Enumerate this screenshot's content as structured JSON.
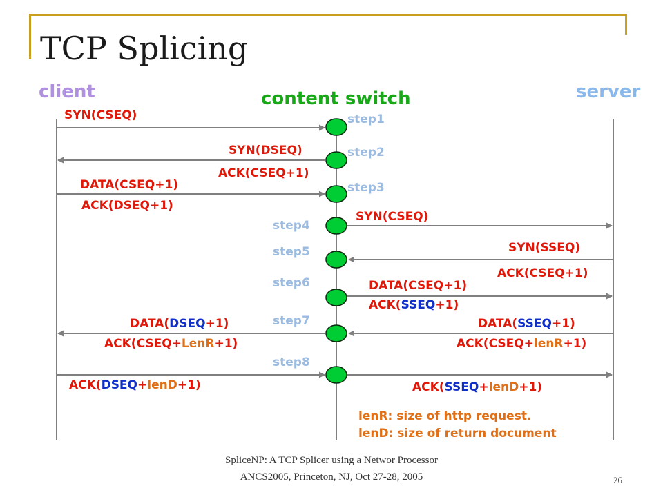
{
  "slide": {
    "title": "TCP Splicing",
    "page_number": "26",
    "footer_line1": "SpliceNP: A TCP Splicer using a Networ Processor",
    "footer_line2": "ANCS2005, Princeton, NJ, Oct 27-28, 2005"
  },
  "colors": {
    "client": "#b090e0",
    "switch": "#18a818",
    "server": "#8ab8ea",
    "msg_red": "#e0180a",
    "msg_blue": "#1030c8",
    "msg_orange": "#e07018",
    "step": "#9bbbe0",
    "node": "#00cc33",
    "arrow": "#808080",
    "accent_yellow": "#c8a020"
  },
  "roles": {
    "client": "client",
    "switch": "content switch",
    "server": "server"
  },
  "steps": [
    "step1",
    "step2",
    "step3",
    "step4",
    "step5",
    "step6",
    "step7",
    "step8"
  ],
  "messages": {
    "m1": [
      {
        "t": "SYN(CSEQ)",
        "c": "red"
      }
    ],
    "m2a": [
      {
        "t": "SYN(DSEQ)",
        "c": "red"
      }
    ],
    "m2b": [
      {
        "t": "ACK(CSEQ+1)",
        "c": "red"
      }
    ],
    "m3a": [
      {
        "t": "DATA(CSEQ+1)",
        "c": "red"
      }
    ],
    "m3b": [
      {
        "t": "ACK(DSEQ+1)",
        "c": "red"
      }
    ],
    "m4": [
      {
        "t": "SYN(CSEQ)",
        "c": "red"
      }
    ],
    "m5a": [
      {
        "t": "SYN(SSEQ)",
        "c": "red"
      }
    ],
    "m5b": [
      {
        "t": "ACK(CSEQ+1)",
        "c": "red"
      }
    ],
    "m6a": [
      {
        "t": "DATA(CSEQ+1)",
        "c": "red"
      }
    ],
    "m6b": [
      {
        "t": "ACK(",
        "c": "red"
      },
      {
        "t": "SSEQ",
        "c": "blue"
      },
      {
        "t": "+1)",
        "c": "red"
      }
    ],
    "m7ca": [
      {
        "t": "DATA(",
        "c": "red"
      },
      {
        "t": "DSEQ",
        "c": "blue"
      },
      {
        "t": "+1)",
        "c": "red"
      }
    ],
    "m7cb": [
      {
        "t": "ACK(CSEQ+",
        "c": "red"
      },
      {
        "t": "LenR",
        "c": "orange"
      },
      {
        "t": "+1)",
        "c": "red"
      }
    ],
    "m7sa": [
      {
        "t": "DATA(",
        "c": "red"
      },
      {
        "t": "SSEQ",
        "c": "blue"
      },
      {
        "t": "+1)",
        "c": "red"
      }
    ],
    "m7sb": [
      {
        "t": "ACK(CSEQ+",
        "c": "red"
      },
      {
        "t": "lenR",
        "c": "orange"
      },
      {
        "t": "+1)",
        "c": "red"
      }
    ],
    "m8c": [
      {
        "t": "ACK(",
        "c": "red"
      },
      {
        "t": "DSEQ",
        "c": "blue"
      },
      {
        "t": "+",
        "c": "red"
      },
      {
        "t": "lenD",
        "c": "orange"
      },
      {
        "t": "+1)",
        "c": "red"
      }
    ],
    "m8s": [
      {
        "t": "ACK(",
        "c": "red"
      },
      {
        "t": "SSEQ",
        "c": "blue"
      },
      {
        "t": "+",
        "c": "red"
      },
      {
        "t": "lenD",
        "c": "orange"
      },
      {
        "t": "+1)",
        "c": "red"
      }
    ]
  },
  "legend": {
    "line1": "lenR: size of http request.",
    "line2": "lenD: size of return document"
  }
}
